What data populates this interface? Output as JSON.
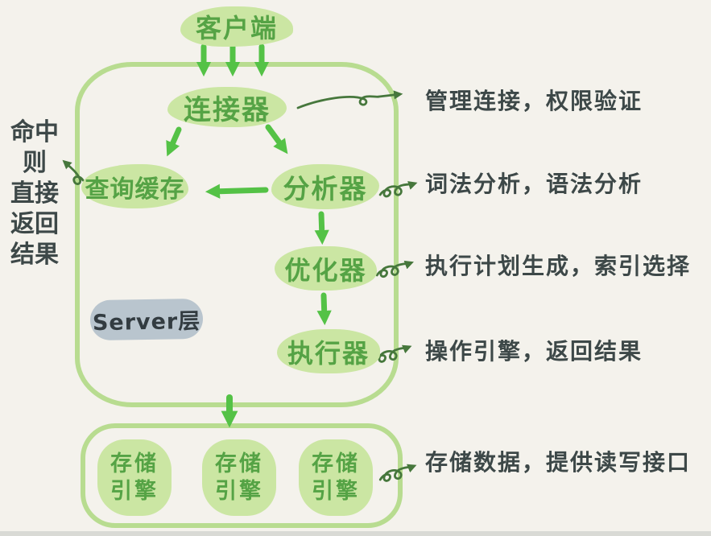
{
  "client": {
    "label": "客户端"
  },
  "server": {
    "layer_label": "Server层",
    "connector": "连接器",
    "query_cache": "查询缓存",
    "analyzer": "分析器",
    "optimizer": "优化器",
    "executor": "执行器"
  },
  "storage": {
    "engines": [
      "存储\n引擎",
      "存储\n引擎",
      "存储\n引擎"
    ]
  },
  "annotations": {
    "connector": "管理连接，权限验证",
    "analyzer": "词法分析，语法分析",
    "optimizer": "执行计划生成，索引选择",
    "executor": "操作引擎，返回结果",
    "storage": "存储数据，提供读写接口"
  },
  "side_note": {
    "lines": [
      "命中",
      "则",
      "直接",
      "返回",
      "结果"
    ]
  },
  "colors": {
    "bg": "#f4f2ec",
    "ink": "#3d4848",
    "leaf": "#cbe6a3",
    "leaf_text": "#55a345",
    "arrow": "#54c246",
    "outline": "#b8dc90",
    "dark_arrow": "#46773c",
    "chip_bg": "#b9c5ce",
    "chip_text": "#333c41",
    "strip": "#d9dad5"
  }
}
